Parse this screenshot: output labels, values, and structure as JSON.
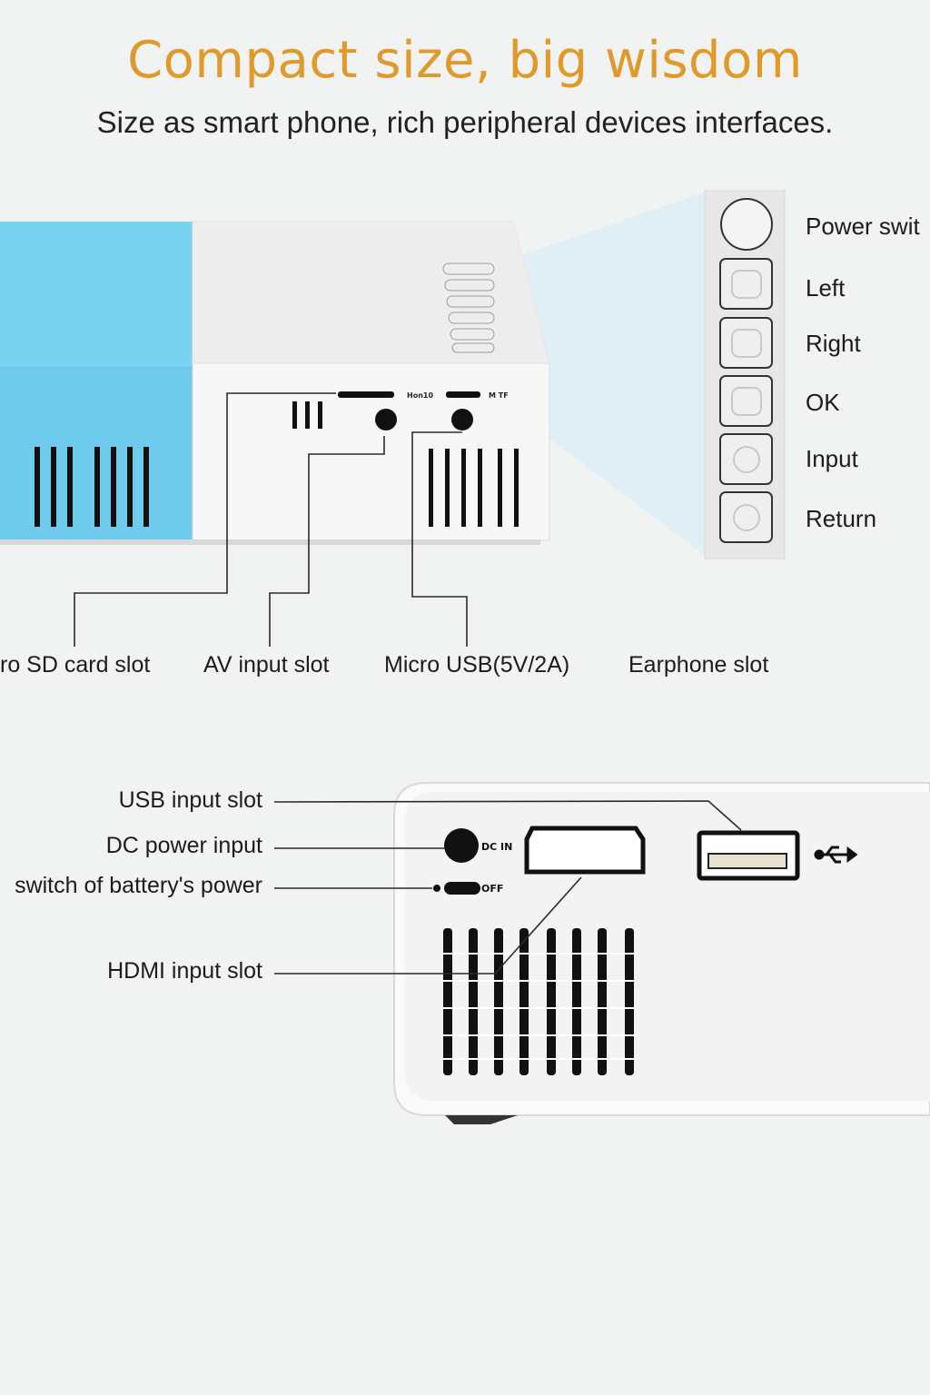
{
  "header": {
    "title": "Compact size, big wisdom",
    "subtitle": "Size as smart phone, rich peripheral devices interfaces."
  },
  "top_panel": {
    "button_labels": [
      "Power swit",
      "Left",
      "Right",
      "OK",
      "Input",
      "Return"
    ],
    "port_labels": [
      "ro SD card slot",
      "AV input slot",
      "Micro USB(5V/2A)",
      "Earphone slot"
    ],
    "device_markings": [
      "Hon10",
      "M TF"
    ]
  },
  "bottom_panel": {
    "port_labels": [
      "USB input slot",
      "DC power input",
      "switch of battery's power",
      "HDMI input slot"
    ],
    "device_markings": [
      "DC IN",
      "OFF"
    ]
  },
  "colors": {
    "title": "#e09a2c",
    "device_blue": "#6fcbec",
    "device_white": "#f7f7f7",
    "leader_line": "#2b2b2b"
  }
}
